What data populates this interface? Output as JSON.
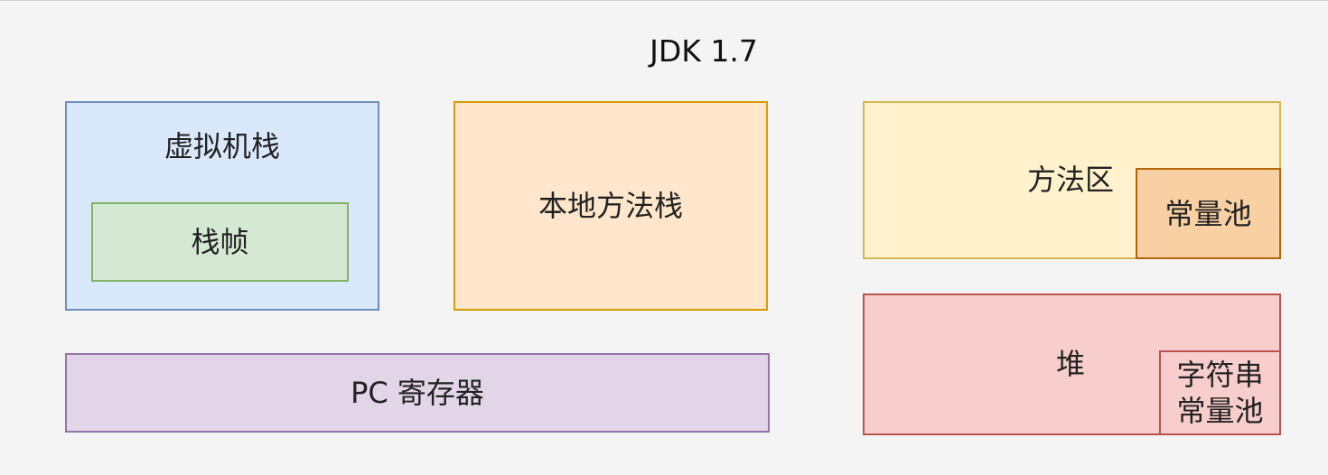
{
  "diagram": {
    "title": "JDK 1.7",
    "vm_stack": {
      "label": "虚拟机栈",
      "frame_label": "栈帧"
    },
    "native_method_stack": {
      "label": "本地方法栈"
    },
    "method_area": {
      "label": "方法区",
      "constant_pool_label": "常量池"
    },
    "pc_register": {
      "label": "PC 寄存器"
    },
    "heap": {
      "label": "堆",
      "string_pool_line1": "字符串",
      "string_pool_line2": "常量池"
    },
    "colors": {
      "vm_stack_fill": "#dae8fc",
      "vm_stack_border": "#6c8ebf",
      "frame_fill": "#d5e8d4",
      "frame_border": "#82b366",
      "native_fill": "#ffe6cc",
      "native_border": "#d79b00",
      "method_area_fill": "#fff2cc",
      "method_area_border": "#d6b656",
      "constant_pool_fill": "#f8d0a4",
      "constant_pool_border": "#b46504",
      "pc_fill": "#e1d5e7",
      "pc_border": "#9673a6",
      "heap_fill": "#f8cecc",
      "heap_border": "#b85450"
    }
  }
}
